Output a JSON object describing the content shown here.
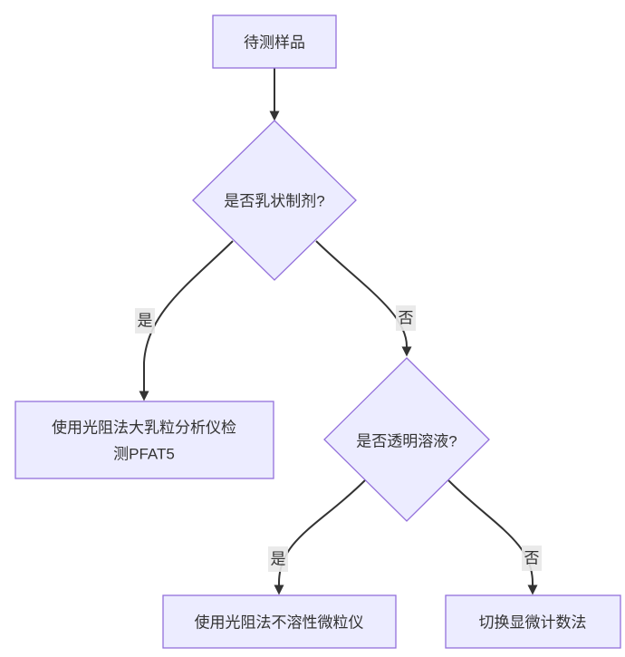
{
  "diagram": {
    "type": "flowchart",
    "direction": "top-down",
    "colors": {
      "background": "#ffffff",
      "node_fill": "#ECECFF",
      "node_border": "#9370DB",
      "edge": "#333333",
      "text": "#333333",
      "edge_label_bg": "#e8e8e8"
    },
    "nodes": {
      "start": {
        "shape": "rect",
        "label": "待测样品"
      },
      "q_emulsion": {
        "shape": "diamond",
        "label": "是否乳状制剂?"
      },
      "pfat5": {
        "shape": "rect",
        "label": "使用光阻法大乳粒分析仪检测PFAT5",
        "lines": [
          "使用光阻法大乳粒分析仪检",
          "测PFAT5"
        ]
      },
      "q_clear": {
        "shape": "diamond",
        "label": "是否透明溶液?"
      },
      "lo_particle": {
        "shape": "rect",
        "label": "使用光阻法不溶性微粒仪"
      },
      "micro_count": {
        "shape": "rect",
        "label": "切换显微计数法"
      }
    },
    "edges": {
      "start_to_q_emulsion": {
        "from": "start",
        "to": "q_emulsion",
        "label": ""
      },
      "q_emulsion_yes": {
        "from": "q_emulsion",
        "to": "pfat5",
        "label": "是"
      },
      "q_emulsion_no": {
        "from": "q_emulsion",
        "to": "q_clear",
        "label": "否"
      },
      "q_clear_yes": {
        "from": "q_clear",
        "to": "lo_particle",
        "label": "是"
      },
      "q_clear_no": {
        "from": "q_clear",
        "to": "micro_count",
        "label": "否"
      }
    }
  }
}
